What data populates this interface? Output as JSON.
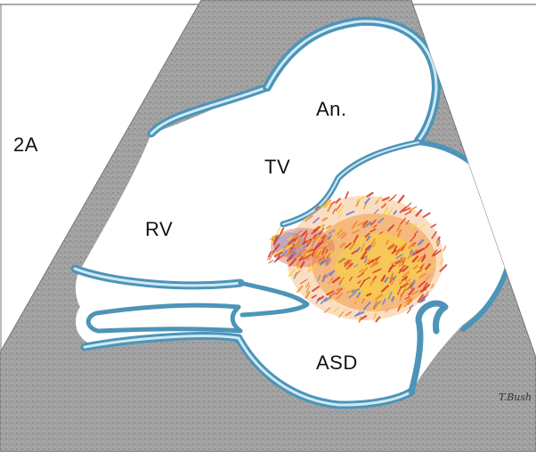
{
  "figure": {
    "panel_label": "2A",
    "labels": {
      "an": "An.",
      "tv": "TV",
      "rv": "RV",
      "asd": "ASD"
    },
    "signature": "T.Bush",
    "colors": {
      "background": "#ffffff",
      "tissue": "#9a9a9a",
      "tissue_dark": "#6f6f6f",
      "wall": "#4d94b8",
      "wall_light": "#cfe9f5",
      "jet_red": "#d83a2a",
      "jet_orange": "#ef8a2a",
      "jet_yellow": "#f6d33a",
      "jet_blue": "#6b7fd1"
    }
  }
}
